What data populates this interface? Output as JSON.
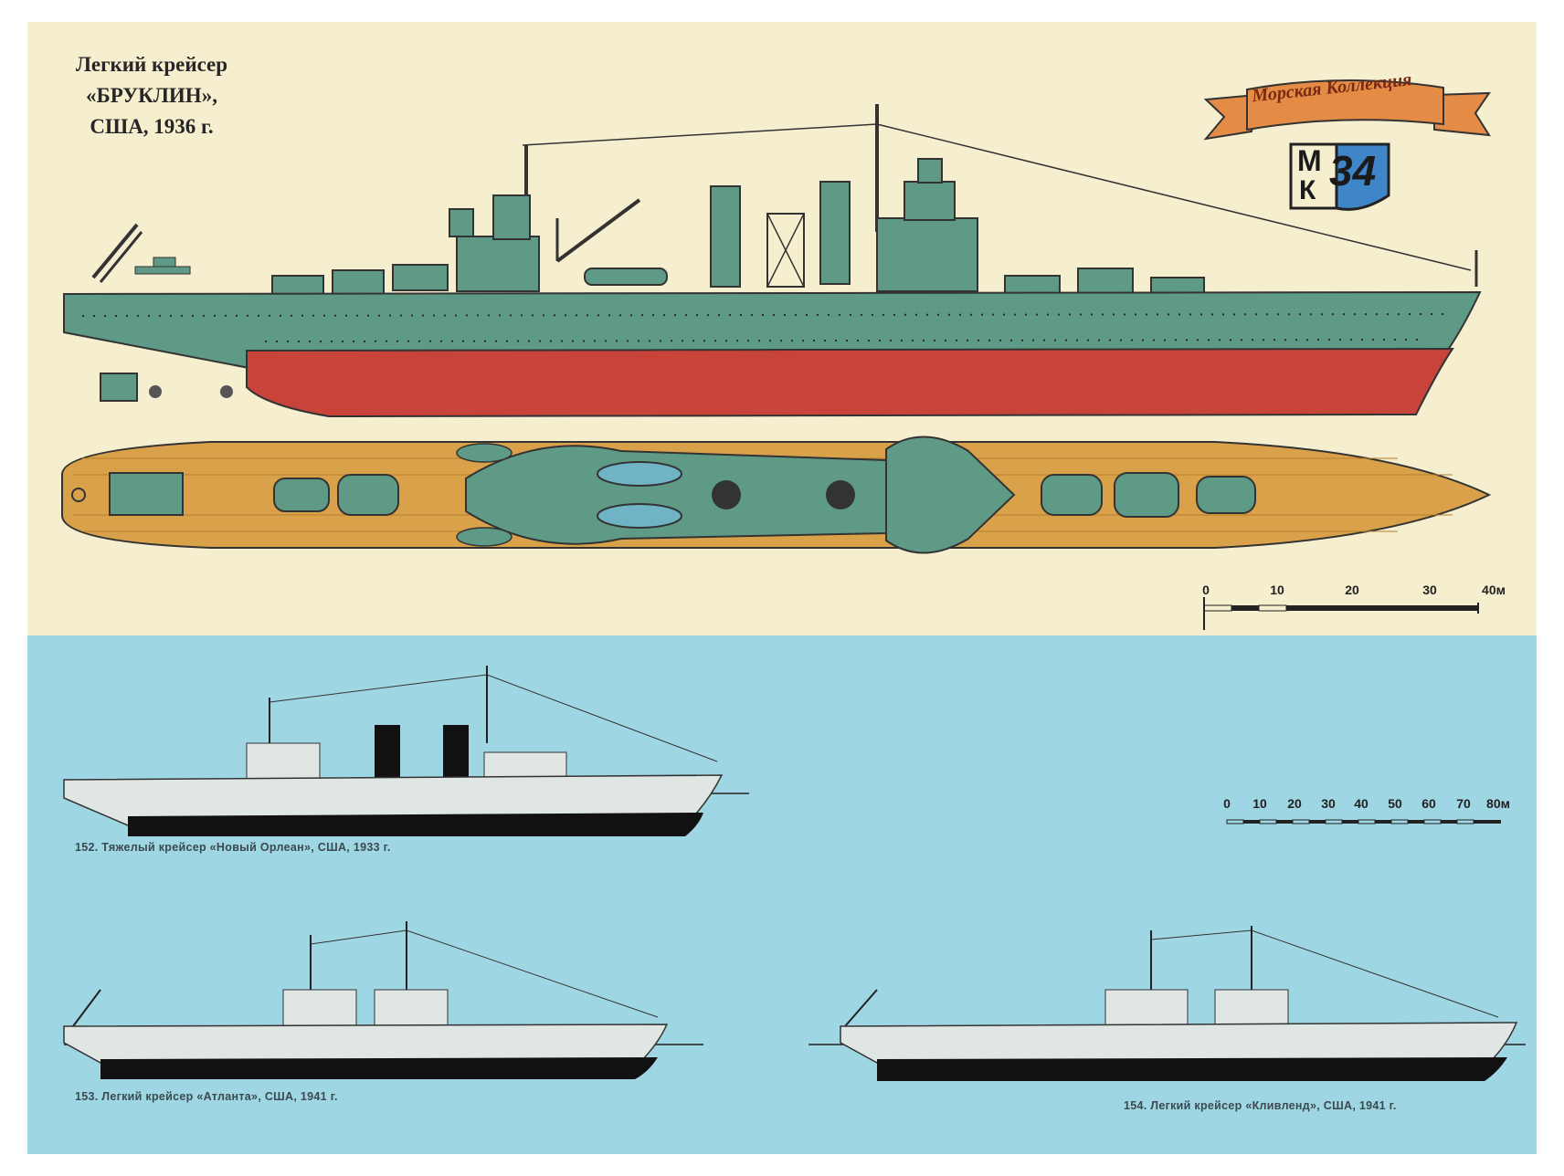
{
  "main_ship": {
    "title_lines": [
      "Легкий крейсер",
      "«БРУКЛИН»,",
      "США, 1936 г."
    ]
  },
  "badge": {
    "ribbon_text": "Морская Коллекция",
    "logo_letters": [
      "М",
      "К"
    ],
    "logo_number": "34"
  },
  "scale_top": {
    "labels": [
      "0",
      "10",
      "20",
      "30",
      "40м"
    ]
  },
  "scale_bottom": {
    "labels": [
      "0",
      "10",
      "20",
      "30",
      "40",
      "50",
      "60",
      "70",
      "80м"
    ]
  },
  "captions": {
    "ship_152": "152. Тяжелый крейсер «Новый Орлеан», США, 1933 г.",
    "ship_153": "153. Легкий крейсер «Атланта», США, 1941 г.",
    "ship_154": "154. Легкий крейсер «Кливленд», США, 1941 г."
  },
  "colors": {
    "top_background": "#f6efcf",
    "bottom_background": "#9fd6e3",
    "hull_grey": "#5f9a86",
    "hull_red": "#c8433a",
    "deck_wood": "#d9a24a",
    "silhouette_grey": "#dfe6e4",
    "silhouette_black": "#111111"
  }
}
